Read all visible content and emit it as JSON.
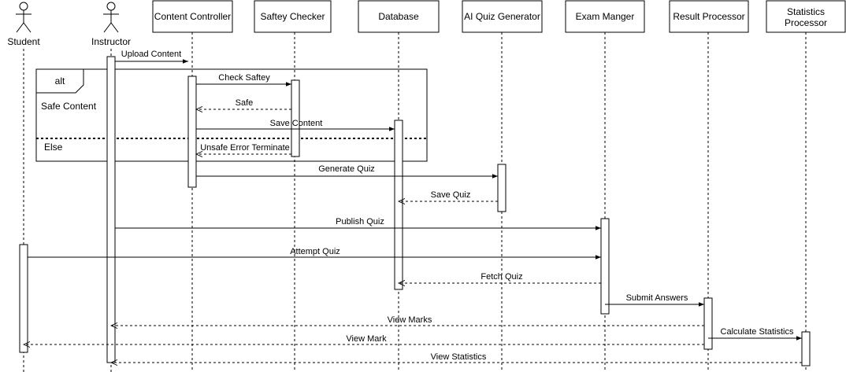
{
  "diagram": {
    "actors": [
      {
        "id": "student",
        "label": "Student"
      },
      {
        "id": "instructor",
        "label": "Instructor"
      }
    ],
    "participants": [
      {
        "id": "content_controller",
        "label": "Content Controller"
      },
      {
        "id": "safety_checker",
        "label": "Saftey Checker"
      },
      {
        "id": "database",
        "label": "Database"
      },
      {
        "id": "ai_quiz_generator",
        "label": "AI Quiz Generator"
      },
      {
        "id": "exam_manager",
        "label": "Exam Manger"
      },
      {
        "id": "result_processor",
        "label": "Result Processor"
      },
      {
        "id": "statistics_processor",
        "label": "Statistics Processor",
        "lines": [
          "Statistics",
          "Processor"
        ]
      }
    ],
    "fragment": {
      "operator": "alt",
      "guard": "Safe Content",
      "else_label": "Else"
    },
    "messages": [
      {
        "from": "instructor",
        "to": "content_controller",
        "label": "Upload Content",
        "style": "solid"
      },
      {
        "from": "content_controller",
        "to": "safety_checker",
        "label": "Check Saftey",
        "style": "solid"
      },
      {
        "from": "safety_checker",
        "to": "content_controller",
        "label": "Safe",
        "style": "dashed"
      },
      {
        "from": "content_controller",
        "to": "database",
        "label": "Save Content",
        "style": "solid"
      },
      {
        "from": "safety_checker",
        "to": "content_controller",
        "label": "Unsafe Error Terminate",
        "style": "dashed"
      },
      {
        "from": "content_controller",
        "to": "ai_quiz_generator",
        "label": "Generate Quiz",
        "style": "solid"
      },
      {
        "from": "ai_quiz_generator",
        "to": "database",
        "label": "Save Quiz",
        "style": "dashed"
      },
      {
        "from": "instructor",
        "to": "exam_manager",
        "label": "Publish Quiz",
        "style": "solid"
      },
      {
        "from": "student",
        "to": "exam_manager",
        "label": "Attempt Quiz",
        "style": "solid"
      },
      {
        "from": "exam_manager",
        "to": "database",
        "label": "Fetch Quiz",
        "style": "dashed"
      },
      {
        "from": "exam_manager",
        "to": "result_processor",
        "label": "Submit Answers",
        "style": "solid"
      },
      {
        "from": "result_processor",
        "to": "instructor",
        "label": "View Marks",
        "style": "dashed"
      },
      {
        "from": "result_processor",
        "to": "statistics_processor",
        "label": "Calculate Statistics",
        "style": "solid"
      },
      {
        "from": "result_processor",
        "to": "student",
        "label": "View Mark",
        "style": "dashed"
      },
      {
        "from": "statistics_processor",
        "to": "instructor",
        "label": "View Statistics",
        "style": "dashed"
      }
    ]
  }
}
